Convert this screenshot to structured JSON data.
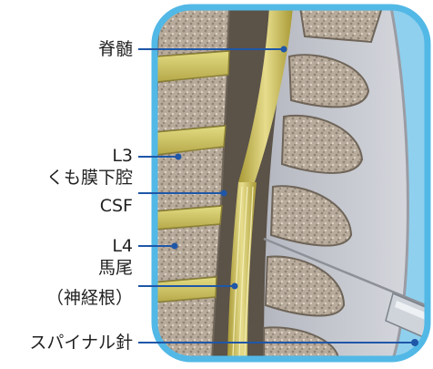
{
  "labels": {
    "spinal_cord": "脊髄",
    "l3": "L3",
    "subarachnoid": "くも膜下腔",
    "csf": "CSF",
    "l4": "L4",
    "cauda_equina": "馬尾",
    "nerve_roots": "（神経根）",
    "spinal_needle": "スパイナル針"
  },
  "colors": {
    "frame": "#52b8e6",
    "leader": "#1f57a8",
    "background_blue": "#8fd0ee",
    "skin": "#c3c6cc",
    "bone": "#b6a99a",
    "disc": "#d6cf6a",
    "cord": "#dccf7a",
    "text": "#222222"
  }
}
